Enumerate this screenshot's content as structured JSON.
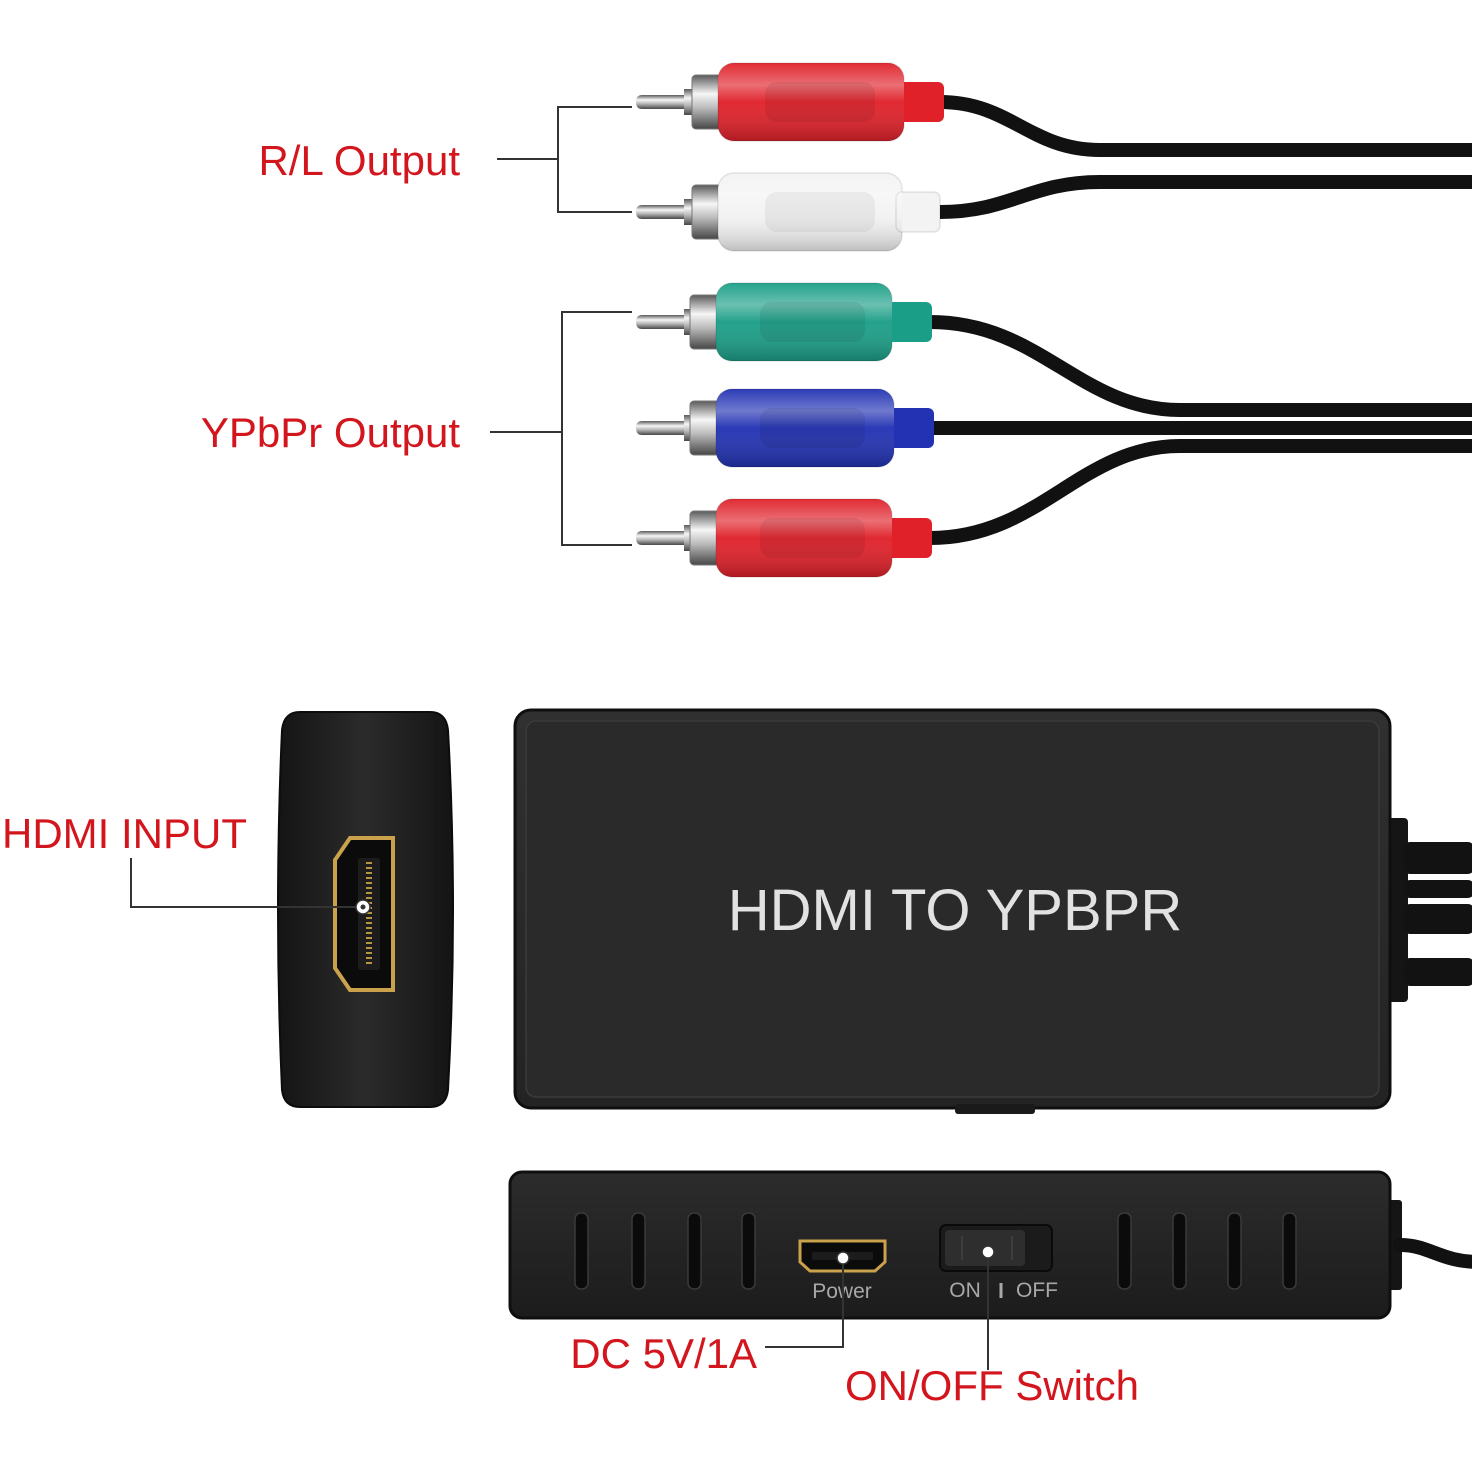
{
  "labels": {
    "rl_output": "R/L Output",
    "ypbpr_output": "YPbPr Output",
    "hdmi_input": "HDMI INPUT",
    "dc_power": "DC 5V/1A",
    "onoff_switch": "ON/OFF Switch"
  },
  "device": {
    "title": "HDMI TO YPBPR",
    "power_port_label": "Power",
    "switch_on_label": "ON",
    "switch_off_label": "OFF"
  },
  "connector_colors": [
    "#e0212a",
    "#f3f3f3",
    "#1b9e87",
    "#2232b3",
    "#e0212a"
  ],
  "colors": {
    "label_red": "#d3161e",
    "device_text": "#e2e2e2",
    "port_gold": "#c9a24b"
  }
}
